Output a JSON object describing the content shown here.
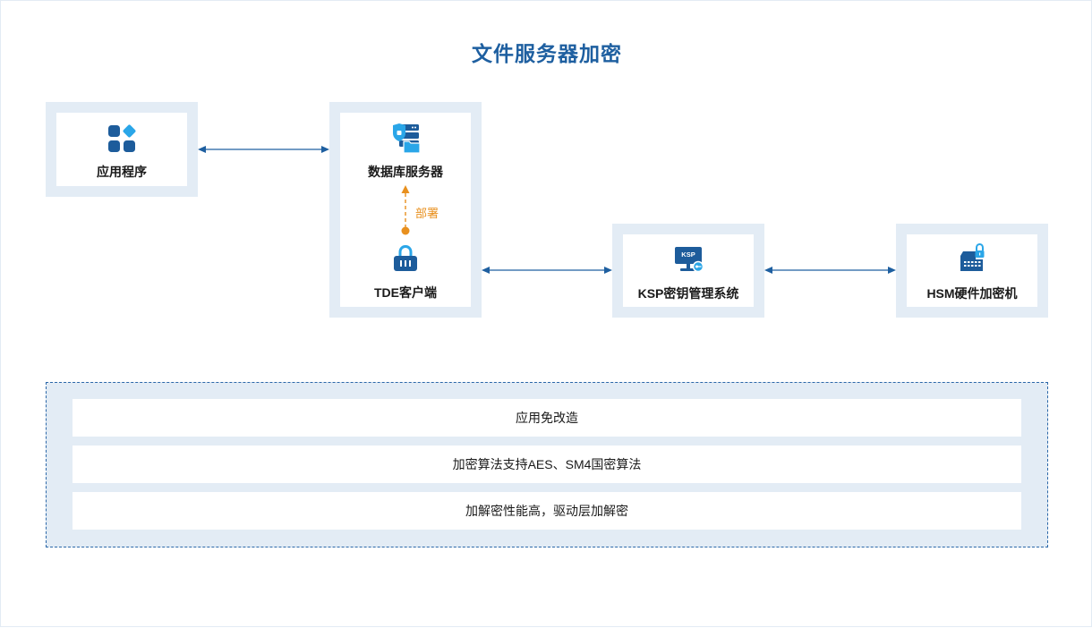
{
  "diagram": {
    "title": "文件服务器加密",
    "nodes": {
      "app": {
        "label": "应用程序",
        "icon": "apps-grid-icon"
      },
      "db": {
        "label": "数据库服务器",
        "icon": "database-server-icon"
      },
      "tde": {
        "label": "TDE客户端",
        "icon": "lock-icon"
      },
      "ksp": {
        "label": "KSP密钥管理系统",
        "icon": "ksp-monitor-icon",
        "badge": "KSP"
      },
      "hsm": {
        "label": "HSM硬件加密机",
        "icon": "hsm-device-icon"
      }
    },
    "edges": [
      {
        "from": "app",
        "to": "db",
        "style": "bidirectional"
      },
      {
        "from": "tde",
        "to": "ksp",
        "style": "bidirectional"
      },
      {
        "from": "ksp",
        "to": "hsm",
        "style": "bidirectional"
      },
      {
        "from": "tde",
        "to": "db",
        "style": "dashed",
        "label": "部署"
      }
    ],
    "features": [
      "应用免改造",
      "加密算法支持AES、SM4国密算法",
      "加解密性能高，驱动层加解密"
    ],
    "colors": {
      "primary": "#1e5fa0",
      "icon_dark": "#1d5c9b",
      "icon_light": "#2aa6e8",
      "deploy": "#e8901e",
      "node_bg": "#e3ecf5"
    }
  }
}
